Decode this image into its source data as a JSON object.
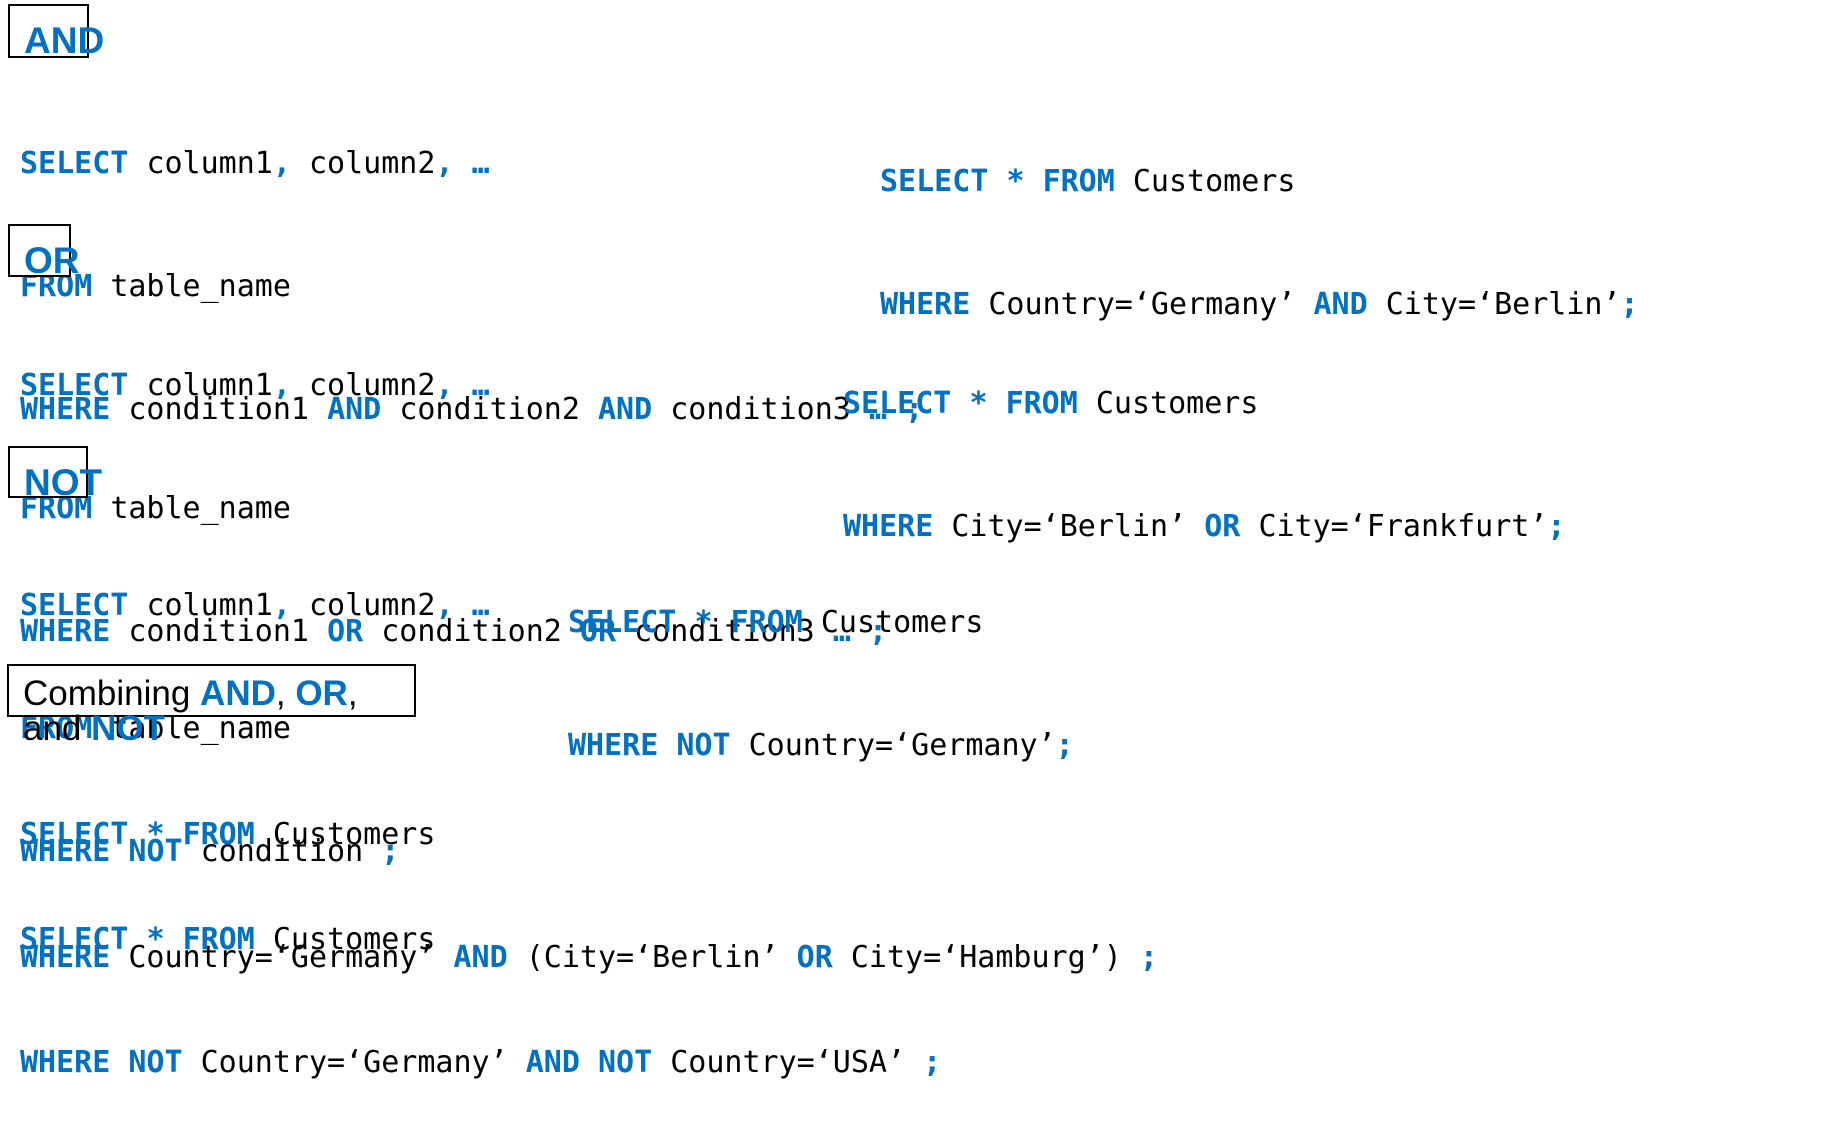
{
  "colors": {
    "keyword": "#0070c0",
    "text": "#000000",
    "border": "#000000",
    "background": "#ffffff"
  },
  "headings": {
    "and": "AND",
    "or": "OR",
    "not": "NOT",
    "combined": {
      "t1": "Combining ",
      "k1": "AND",
      "t2": ", ",
      "k2": "OR",
      "t3": ", and ",
      "k3": "NOT"
    }
  },
  "tokens": {
    "select": "SELECT",
    "from": "FROM",
    "where": "WHERE",
    "and": "AND",
    "or": "OR",
    "not": "NOT",
    "star": "*",
    "comma": ",",
    "ellipsis": "…",
    "semicolon": ";"
  },
  "and_section": {
    "syntax": {
      "columns1": "column1",
      "columns2": "column2",
      "table": "table_name",
      "cond1": "condition1",
      "cond2": "condition2",
      "cond3": "condition3"
    },
    "example": {
      "table": "Customers",
      "expr1": "Country=‘Germany’",
      "expr2": "City=‘Berlin’"
    }
  },
  "or_section": {
    "syntax": {
      "columns1": "column1",
      "columns2": "column2",
      "table": "table_name",
      "cond1": "condition1",
      "cond2": "condition2",
      "cond3": "condition3"
    },
    "example": {
      "table": "Customers",
      "expr1": "City=‘Berlin’",
      "expr2": "City=‘Frankfurt’"
    }
  },
  "not_section": {
    "syntax": {
      "columns1": "column1",
      "columns2": "column2",
      "table": "table_name",
      "cond": "condition"
    },
    "example": {
      "table": "Customers",
      "expr": "Country=‘Germany’"
    }
  },
  "combined_section": {
    "example1": {
      "table": "Customers",
      "expr1": "Country=‘Germany’",
      "paren_open": "(",
      "expr2": "City=‘Berlin’",
      "expr3": "City=‘Hamburg’",
      "paren_close": ")"
    },
    "example2": {
      "table": "Customers",
      "expr1": "Country=‘Germany’",
      "expr2": "Country=‘USA’"
    }
  }
}
